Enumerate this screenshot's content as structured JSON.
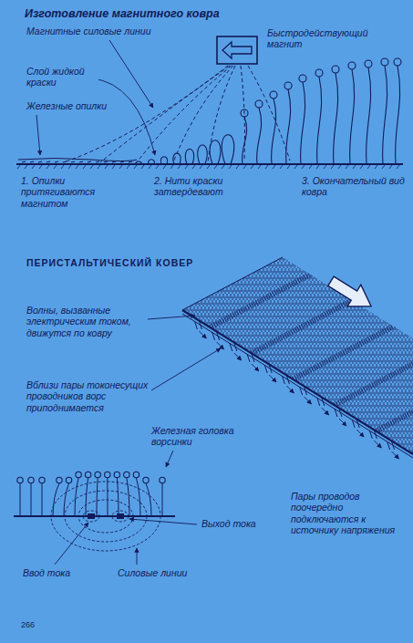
{
  "diagram": {
    "title": "Изготовление магнитного ковра",
    "labels": [
      "Магнитные силовые линии",
      "Быстродействующий магнит",
      "Слой жидкой краски",
      "Железные опилки",
      "1. Опилки притягиваются магнитом",
      "2. Нити краски затвердевают",
      "3. Окончательный вид ковра",
      "ПЕРИСТАЛЬТИЧЕСКИЙ КОВЕР",
      "Волны, вызванные электрическим током, движутся по ковру",
      "Вблизи пары токонесущих проводников ворс приподнимается",
      "Железная головка ворсинки",
      "Выход тока",
      "Ввод тока",
      "Силовые линии",
      "Пары проводов поочередно подключаются к источнику напряжения",
      "266"
    ]
  }
}
